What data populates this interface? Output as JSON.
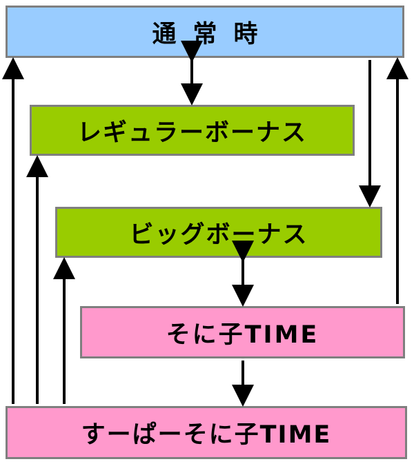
{
  "colors": {
    "normal_fill": "#99ccff",
    "bonus_fill": "#99cc00",
    "time_fill": "#ff99cc",
    "border": "#7f7f7f",
    "arrow": "#000000"
  },
  "states": {
    "normal": "通常時",
    "regular_bonus": "レギュラーボーナス",
    "big_bonus": "ビッグボーナス",
    "soniko_time": "そに子TIME",
    "super_soniko_time": "すーぱーそに子TIME"
  }
}
